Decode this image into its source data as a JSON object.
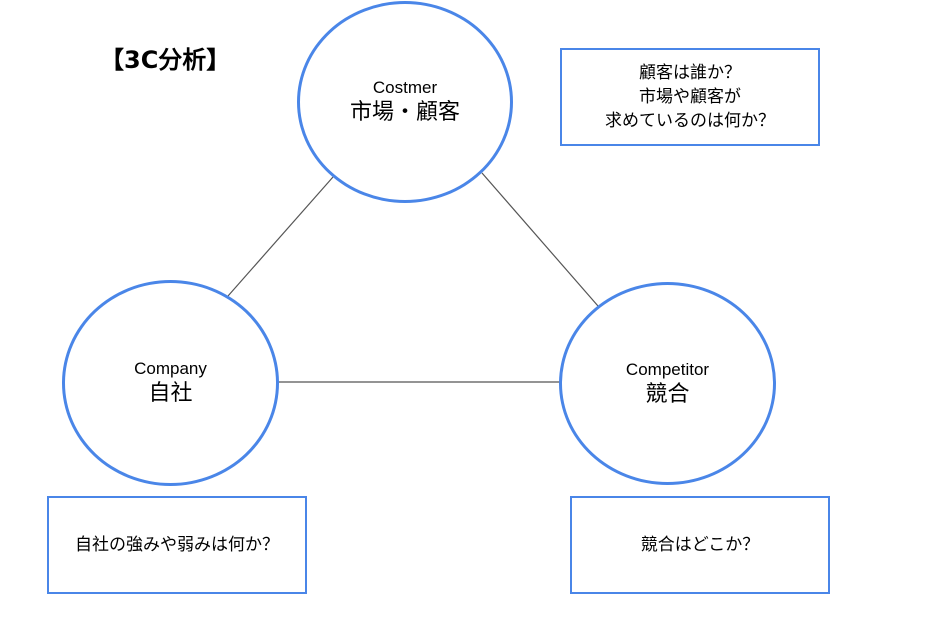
{
  "title": "【3C分析】",
  "colors": {
    "node_border": "#4a86e8",
    "box_border": "#4a86e8",
    "connector": "#555555"
  },
  "nodes": {
    "customer": {
      "en": "Costmer",
      "jp": "市場・顧客"
    },
    "company": {
      "en": "Company",
      "jp": "自社"
    },
    "competitor": {
      "en": "Competitor",
      "jp": "競合"
    }
  },
  "notes": {
    "customer": [
      "顧客は誰か？",
      "市場や顧客が",
      "求めているのは何か？"
    ],
    "company": [
      "自社の強みや弱みは何か？"
    ],
    "competitor": [
      "競合はどこか？"
    ]
  }
}
